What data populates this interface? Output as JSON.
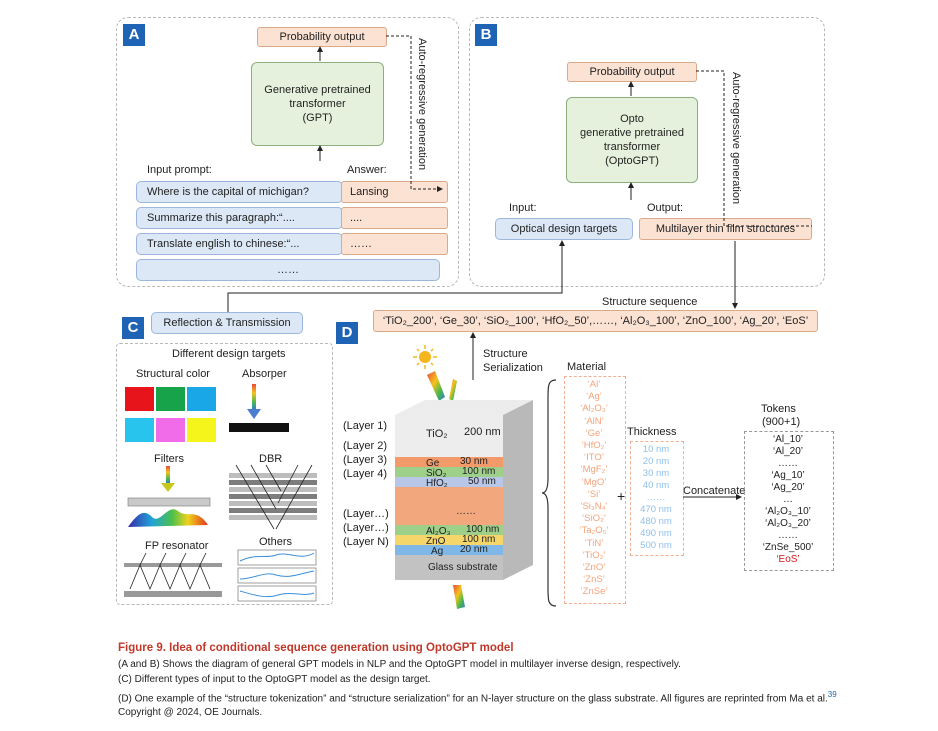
{
  "panel_a": {
    "letter": "A",
    "prob_output": "Probability output",
    "gpt_box": "Generative pretrained\ntransformer\n(GPT)",
    "auto_regressive": "Auto-regressive generation",
    "input_prompt_label": "Input prompt:",
    "answer_label": "Answer:",
    "prompts": [
      "Where is the capital of michigan?",
      "Summarize this paragraph:“....",
      "Translate english to chinese:“...",
      "……"
    ],
    "answers": [
      "Lansing",
      "....",
      "……"
    ]
  },
  "panel_b": {
    "letter": "B",
    "prob_output": "Probability output",
    "gpt_box": "Opto\ngenerative pretrained\ntransformer\n(OptoGPT)",
    "auto_regressive": "Auto-regressive generation",
    "input_label": "Input:",
    "output_label": "Output:",
    "input_box": "Optical design targets",
    "output_box": "Multilayer thin film structures"
  },
  "panel_c": {
    "letter": "C",
    "header": "Reflection & Transmission",
    "title": "Different design targets",
    "structural_color": "Structural color",
    "absorber": "Absorper",
    "filters": "Filters",
    "dbr": "DBR",
    "fp": "FP resonator",
    "others": "Others",
    "swatch_colors": [
      "#e8141c",
      "#16a34a",
      "#1aa7e8",
      "#29c4ee",
      "#f06ce8",
      "#f5f51c"
    ]
  },
  "panel_d": {
    "letter": "D",
    "structure_sequence_label": "Structure sequence",
    "sequence_text": "‘TiO₂_200’, ‘Ge_30’, ‘SiO₂_100’, ‘HfO₂_50’,……, ‘Al₂O₃_100’, ‘ZnO_100’, ‘Ag_20’, ‘EoS’",
    "serialization": "Structure\nSerialization",
    "layer_labels": [
      "(Layer 1)",
      "(Layer 2)",
      "(Layer 3)",
      "(Layer 4)",
      "(Layer…)",
      "(Layer…)",
      "(Layer N)"
    ],
    "layer_names": [
      "TiO₂",
      "Ge",
      "SiO₂",
      "HfO₂",
      "……",
      "Al₂O₃",
      "ZnO",
      "Ag",
      "Glass substrate"
    ],
    "layer_thickness": [
      "200 nm",
      "30 nm",
      "100 nm",
      "50 nm",
      "100 nm",
      "100 nm",
      "20 nm"
    ],
    "material_label": "Material",
    "materials": [
      "‘Al’",
      "‘Ag’",
      "‘Al₂O₃’",
      "‘AlN’",
      "‘Ge’",
      "‘HfO₂’",
      "‘ITO’",
      "‘MgF₂’",
      "‘MgO’",
      "‘Si’",
      "‘Si₃N₄’",
      "‘SiO₂’",
      "‘Ta₂O₅’",
      "‘TiN’",
      "‘TiO₂’",
      "‘ZnO’",
      "‘ZnS’",
      "‘ZnSe’"
    ],
    "plus": "+",
    "thickness_label": "Thickness",
    "thicknesses": [
      "10 nm",
      "20 nm",
      "30 nm",
      "40 nm",
      "……",
      "470 nm",
      "480 nm",
      "490 nm",
      "500 nm"
    ],
    "concatenate": "Concatenate",
    "tokens_label": "Tokens",
    "tokens_count": "(900+1)",
    "tokens": [
      "‘Al_10’",
      "‘Al_20’",
      "……",
      "‘Ag_10’",
      "‘Ag_20’",
      "…",
      "‘Al₂O₃_10’",
      "‘Al₂O₃_20’",
      "……",
      "‘ZnSe_500’",
      "‘EoS’"
    ],
    "token_eos_color": "#d11b1b"
  },
  "caption": {
    "title": "Figure 9.  Idea of conditional sequence generation using OptoGPT model",
    "line1": "(A and B) Shows the diagram of general GPT models in NLP and the OptoGPT model in multilayer inverse design, respectively.",
    "line2": "(C) Different types of input to the OptoGPT model as the design target.",
    "line3": "(D) One example of the “structure tokenization” and “structure serialization” for an N-layer structure on the glass substrate. All figures are reprinted from Ma et al.",
    "ref": "39",
    "line3b": " Copyright @ 2024, OE Journals.",
    "title_color": "#c0392b"
  }
}
